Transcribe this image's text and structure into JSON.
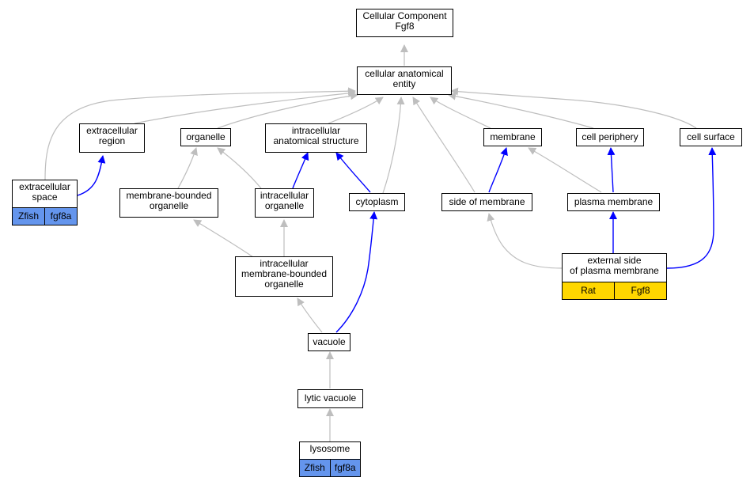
{
  "nodes": {
    "cellular_component": "Cellular Component\nFgf8",
    "cellular_anatomical_entity": "cellular anatomical\nentity",
    "extracellular_region": "extracellular\nregion",
    "organelle": "organelle",
    "intracellular_anatomical_structure": "intracellular\nanatomical structure",
    "membrane": "membrane",
    "cell_periphery": "cell periphery",
    "cell_surface": "cell surface",
    "extracellular_space": "extracellular\nspace",
    "membrane_bounded_organelle": "membrane-bounded\norganelle",
    "intracellular_organelle": "intracellular\norganelle",
    "cytoplasm": "cytoplasm",
    "side_of_membrane": "side of membrane",
    "plasma_membrane": "plasma membrane",
    "intracellular_membrane_bounded_organelle": "intracellular\nmembrane-bounded\norganelle",
    "external_side_of_plasma_membrane": "external side\nof plasma membrane",
    "vacuole": "vacuole",
    "lytic_vacuole": "lytic vacuole",
    "lysosome": "lysosome"
  },
  "annotations": {
    "extracellular_space": {
      "species": "Zfish",
      "gene": "fgf8a"
    },
    "external_side_of_plasma_membrane": {
      "species": "Rat",
      "gene": "Fgf8"
    },
    "lysosome": {
      "species": "Zfish",
      "gene": "fgf8a"
    }
  },
  "colors": {
    "zfish_tag": "#6495ed",
    "rat_tag": "#ffd700",
    "is_a_edge": "#bebebe",
    "part_of_edge": "#0000ff"
  }
}
